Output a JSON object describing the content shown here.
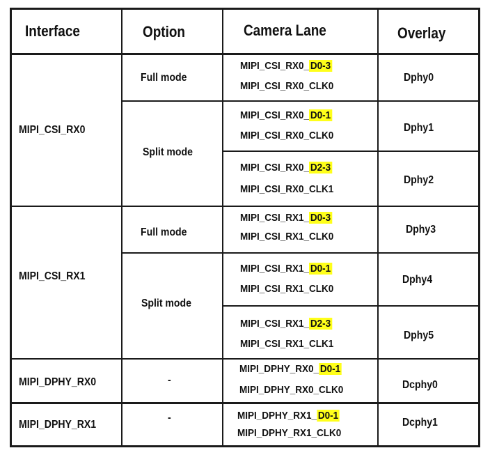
{
  "table": {
    "headers": [
      "Interface",
      "Option",
      "Camera Lane",
      "Overlay"
    ],
    "highlight_color": "#ffff1a",
    "interfaces": [
      "MIPI_CSI_RX0",
      "MIPI_CSI_RX1",
      "MIPI_DPHY_RX0",
      "MIPI_DPHY_RX1"
    ],
    "options": [
      "Full mode",
      "Split mode",
      "Full mode",
      "Split mode",
      "-",
      "-"
    ],
    "overlays": [
      "Dphy0",
      "Dphy1",
      "Dphy2",
      "Dphy3",
      "Dphy4",
      "Dphy5",
      "Dcphy0",
      "Dcphy1"
    ],
    "lanes": [
      {
        "data_prefix": "MIPI_CSI_RX0_",
        "data_lanes": "D0-3",
        "clock": "MIPI_CSI_RX0_CLK0"
      },
      {
        "data_prefix": "MIPI_CSI_RX0_",
        "data_lanes": "D0-1",
        "clock": "MIPI_CSI_RX0_CLK0"
      },
      {
        "data_prefix": "MIPI_CSI_RX0_",
        "data_lanes": "D2-3",
        "clock": "MIPI_CSI_RX0_CLK1"
      },
      {
        "data_prefix": "MIPI_CSI_RX1_",
        "data_lanes": "D0-3",
        "clock": "MIPI_CSI_RX1_CLK0"
      },
      {
        "data_prefix": "MIPI_CSI_RX1_",
        "data_lanes": "D0-1",
        "clock": "MIPI_CSI_RX1_CLK0"
      },
      {
        "data_prefix": "MIPI_CSI_RX1_",
        "data_lanes": "D2-3",
        "clock": "MIPI_CSI_RX1_CLK1"
      },
      {
        "data_prefix": "MIPI_DPHY_RX0_",
        "data_lanes": "D0-1",
        "clock": "MIPI_DPHY_RX0_CLK0"
      },
      {
        "data_prefix": "MIPI_DPHY_RX1_",
        "data_lanes": "D0-1",
        "clock": "MIPI_DPHY_RX1_CLK0"
      }
    ]
  }
}
